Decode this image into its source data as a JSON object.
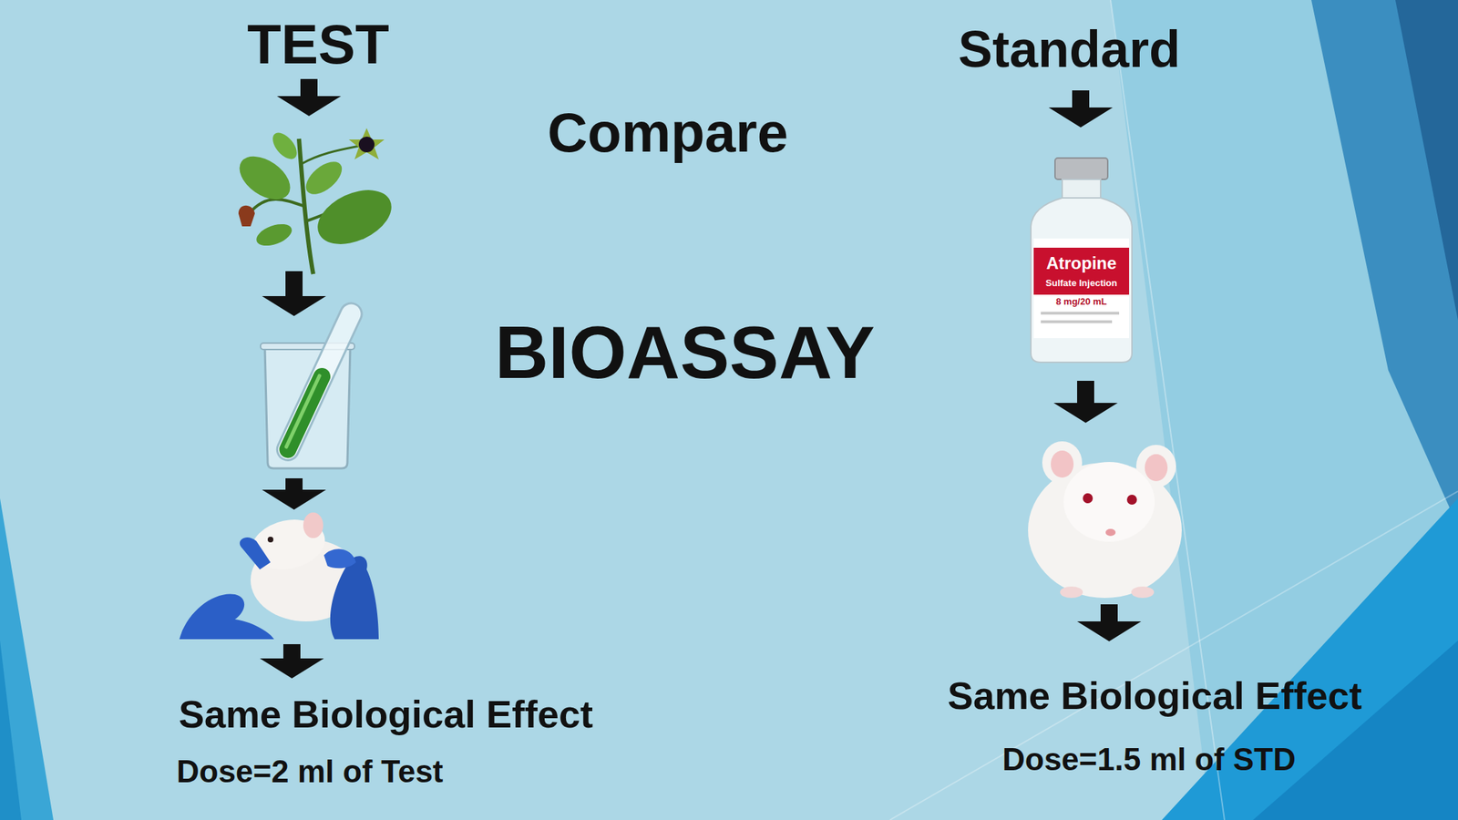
{
  "diagram": {
    "title": "BIOASSAY",
    "labels": [
      "TEST",
      "Compare",
      "Standard",
      "Atropine",
      "Sulfate Injection",
      "8 mg/20 mL",
      "Same Biological Effect",
      "Same Biological Effect",
      "Dose=2 ml of Test",
      "Dose=1.5 ml of STD"
    ]
  }
}
